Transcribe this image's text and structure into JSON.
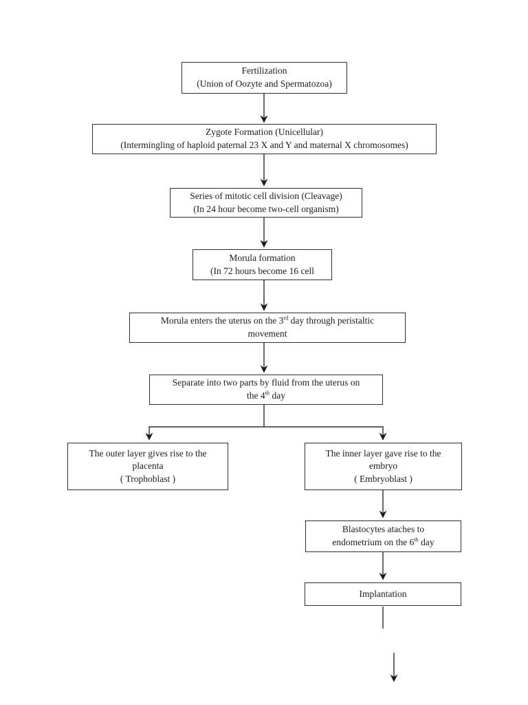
{
  "document": {
    "type": "flowchart",
    "topic": "Fertilization and embryo development stages",
    "colors": {
      "background": "#ffffff",
      "box_border": "#2e2e2e",
      "connector_line": "#2e2e2e",
      "text": "#1c1c1c"
    }
  },
  "flowchart": {
    "nodes": {
      "fertilization": {
        "text": "Fertilization\n(Union of Oozyte and Spermatozoa)"
      },
      "zygote": {
        "text": "Zygote Formation (Unicellular)\n(Intermingling of haploid paternal 23 X and Y and maternal X chromosomes)"
      },
      "cleavage": {
        "text": "Series of mitotic cell division  (Cleavage)\n(In 24 hour become two-cell organism)"
      },
      "morula": {
        "text": "Morula formation\n(In 72 hours become 16 cell"
      },
      "morula_uterus": {
        "pre": "Morula enters the uterus on the 3",
        "sup": "rd",
        "post": " day through peristaltic\nmovement"
      },
      "separate": {
        "pre": "Separate into two parts by fluid from the uterus on\nthe 4",
        "sup": "th",
        "post": " day"
      },
      "trophoblast": {
        "text": "The outer layer gives rise to the\nplacenta\n( Trophoblast )"
      },
      "embryoblast": {
        "text": "The inner layer gave rise to the\nembryo\n( Embryoblast )"
      },
      "blastocytes": {
        "pre": "Blastocytes ataches to\nendometrium on the 6",
        "sup": "th",
        "post": " day"
      },
      "implantation": {
        "text": "Implantation"
      }
    }
  }
}
